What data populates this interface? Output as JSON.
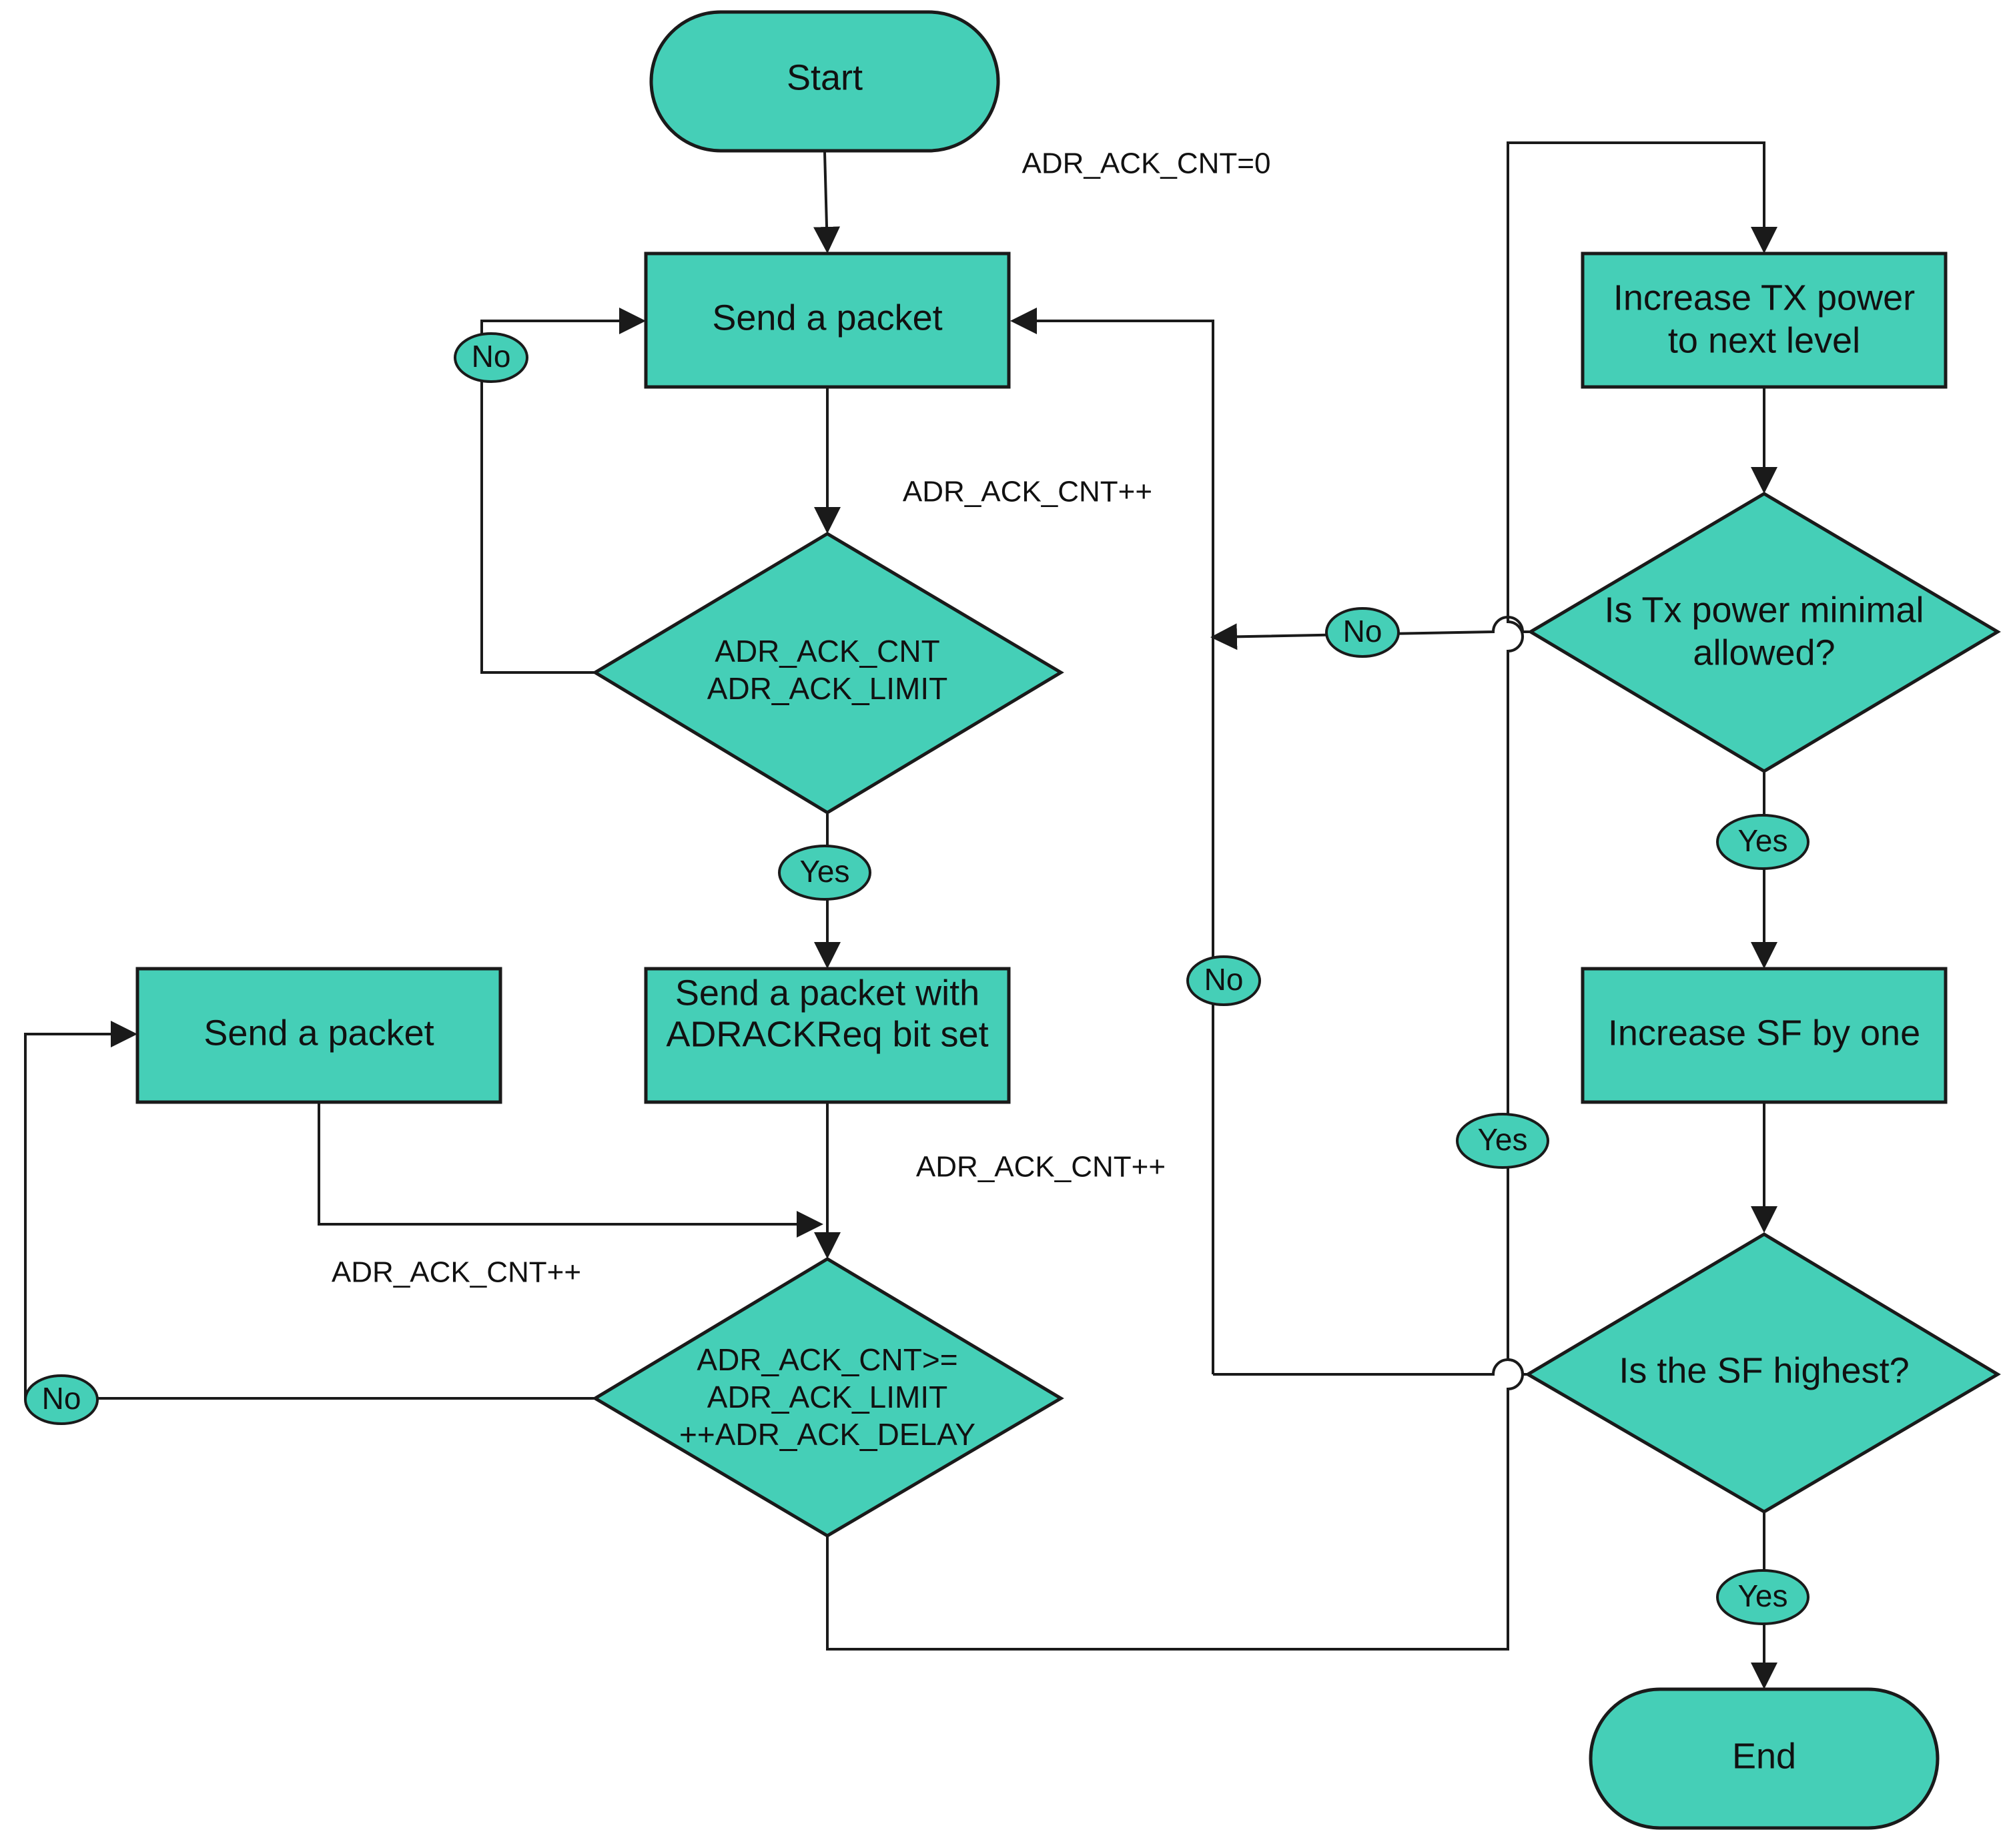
{
  "colors": {
    "node_fill": "#45cfb7",
    "stroke": "#1a1a1a",
    "text": "#111111"
  },
  "nodes": {
    "start": "Start",
    "send_packet_1": "Send a packet",
    "decision_1": [
      "ADR_ACK_CNT",
      "ADR_ACK_LIMIT"
    ],
    "send_adrackreq": [
      "Send a packet with",
      "ADRACKReq bit set"
    ],
    "send_packet_2": "Send a packet",
    "decision_2": [
      "ADR_ACK_CNT>=",
      "ADR_ACK_LIMIT",
      "++ADR_ACK_DELAY"
    ],
    "increase_tx": [
      "Increase TX power",
      "to next level"
    ],
    "decision_tx": [
      "Is Tx power minimal",
      "allowed?"
    ],
    "increase_sf": "Increase SF by one",
    "decision_sf": "Is the SF highest?",
    "end": "End"
  },
  "edge_labels": {
    "init": "ADR_ACK_CNT=0",
    "inc_1": "ADR_ACK_CNT++",
    "inc_2": "ADR_ACK_CNT++",
    "inc_3": "ADR_ACK_CNT++"
  },
  "branches": {
    "no_1": "No",
    "yes_1": "Yes",
    "no_2": "No",
    "no_tx": "No",
    "yes_tx": "Yes",
    "no_sf": "No",
    "yes_cross": "Yes",
    "yes_sf": "Yes"
  }
}
